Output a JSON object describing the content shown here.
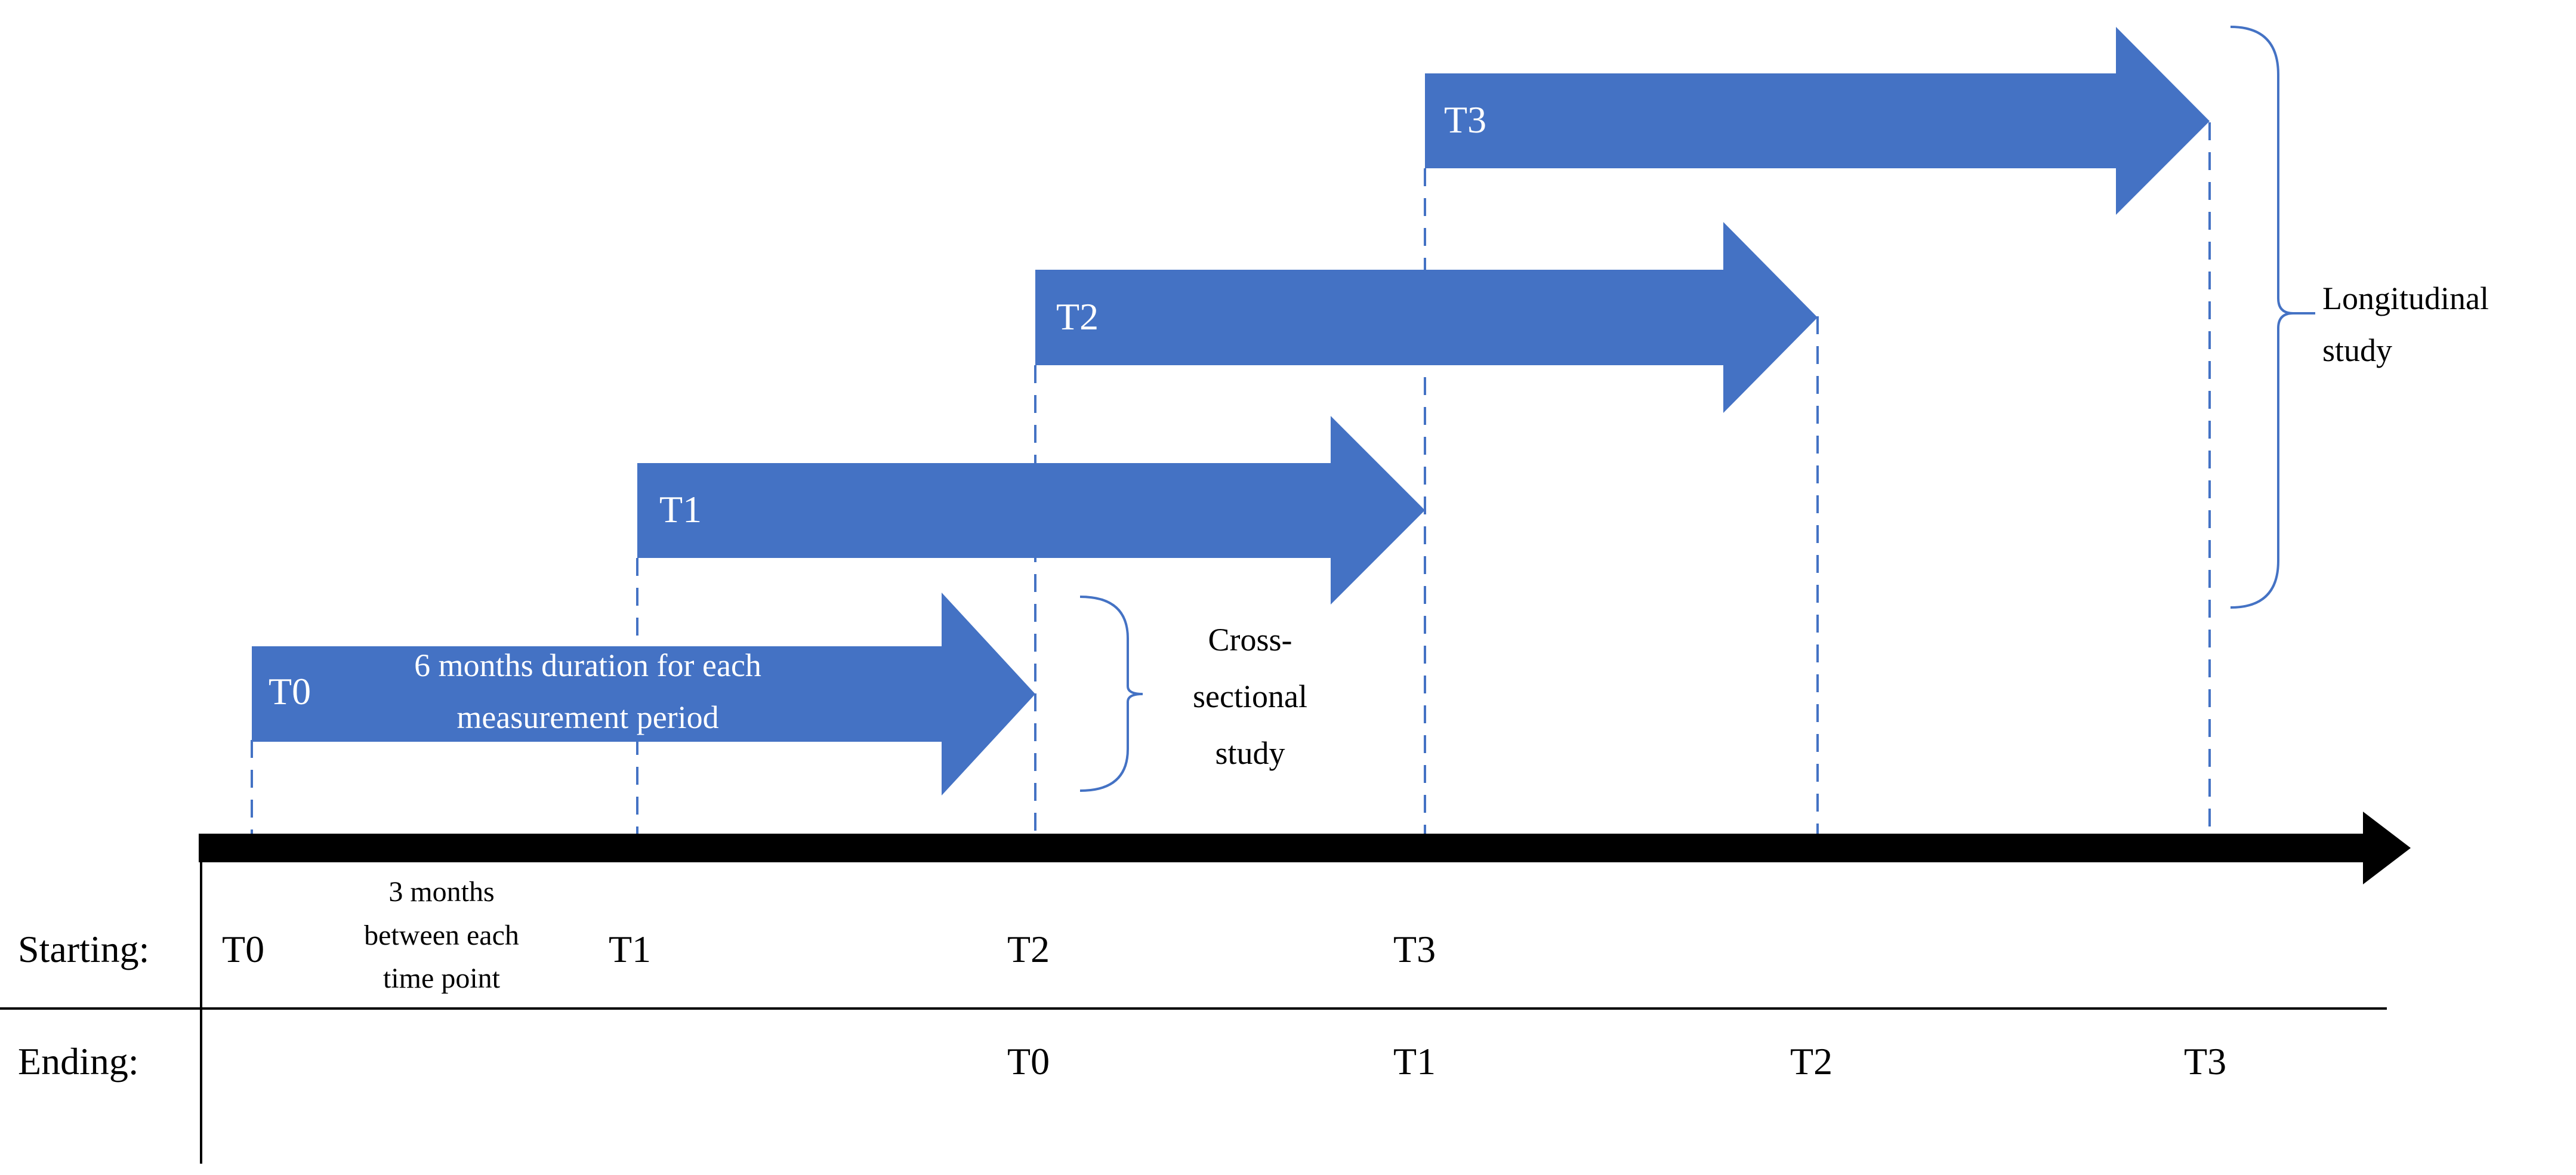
{
  "arrows": [
    {
      "label": "T0",
      "note": [
        "6 months duration  for each",
        "measurement period"
      ]
    },
    {
      "label": "T1"
    },
    {
      "label": "T2"
    },
    {
      "label": "T3"
    }
  ],
  "annotations": {
    "cross_sectional": [
      "Cross-",
      "sectional",
      "study"
    ],
    "longitudinal": [
      "Longitudinal",
      "study"
    ],
    "gap": [
      "3 months",
      "between each",
      "time point"
    ]
  },
  "rows": {
    "starting": {
      "label": "Starting:",
      "points": [
        "T0",
        "T1",
        "T2",
        "T3"
      ]
    },
    "ending": {
      "label": "Ending:",
      "points": [
        "T0",
        "T1",
        "T2",
        "T3"
      ]
    }
  },
  "colors": {
    "arrow_fill": "#4472C4",
    "arrow_text": "#ffffff",
    "guide_line": "#4472C4",
    "timeline": "#000000",
    "text": "#000000"
  }
}
